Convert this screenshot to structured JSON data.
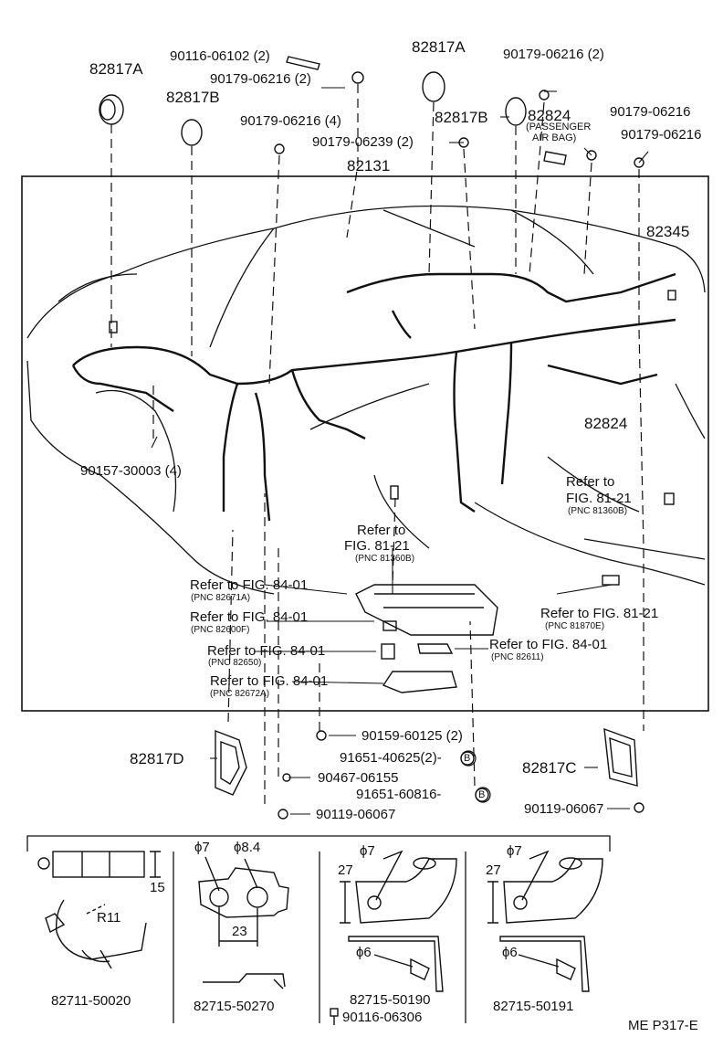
{
  "parts": {
    "p82817A_left": "82817A",
    "p82817A_top": "82817A",
    "p82817B_left": "82817B",
    "p82817B_right": "82817B",
    "p82817C": "82817C",
    "p82817D": "82817D",
    "p82824_top": "82824",
    "passenger_air_bag": [
      "(PASSENGER",
      "AIR BAG)"
    ],
    "p82824_mid": "82824",
    "p82131": "82131",
    "p82345": "82345"
  },
  "fasteners": {
    "f90116_06102": "90116-06102 (2)",
    "f90179_06216_2a": "90179-06216 (2)",
    "f90179_06216_2b": "90179-06216 (2)",
    "f90179_06216_4": "90179-06216 (4)",
    "f90179_06239": "90179-06239 (2)",
    "f90179_06216_a": "90179-06216",
    "f90179_06216_b": "90179-06216",
    "f90157_30003": "90157-30003 (4)",
    "f90159_60125": "90159-60125 (2)",
    "f91651_40625": "91651-40625(2)-",
    "f90467_06155": "90467-06155",
    "f91651_60816": "91651-60816-",
    "f90119_06067_a": "90119-06067",
    "f90119_06067_b": "90119-06067",
    "circle_b": "B"
  },
  "refs": {
    "r1_line1": "Refer to",
    "r1_line2": "FIG. 81-21",
    "r1_pnc": "(PNC 81360B)",
    "r2_line1": "Refer to",
    "r2_line2": "FIG. 81-21",
    "r2_pnc": "(PNC 81360B)",
    "r3_text": "Refer to FIG. 81-21",
    "r3_pnc": "(PNC 81870E)",
    "r4_text": "Refer to FIG. 84-01",
    "r4_pnc": "(PNC 82671A)",
    "r5_text": "Refer to FIG. 84-01",
    "r5_pnc": "(PNC 82600F)",
    "r6_text": "Refer to FIG. 84-01",
    "r6_pnc": "(PNC 82650)",
    "r7_text": "Refer to FIG. 84-01",
    "r7_pnc": "(PNC 82611)",
    "r8_text": "Refer to FIG. 84-01",
    "r8_pnc": "(PNC 82672A)"
  },
  "details": {
    "d1_part": "82711-50020",
    "d1_r": "R11",
    "d1_dim": "15",
    "d2_part": "82715-50270",
    "d2_phi7": "ϕ7",
    "d2_phi84": "ϕ8.4",
    "d2_dim": "23",
    "d3_part": "82715-50190",
    "d3_bolt": "90116-06306",
    "d3_phi7": "ϕ7",
    "d3_phi6": "ϕ6",
    "d3_dim": "27",
    "d4_part": "82715-50191",
    "d4_phi7": "ϕ7",
    "d4_phi6": "ϕ6",
    "d4_dim": "27"
  },
  "footer": {
    "code": "ME P317-E"
  }
}
